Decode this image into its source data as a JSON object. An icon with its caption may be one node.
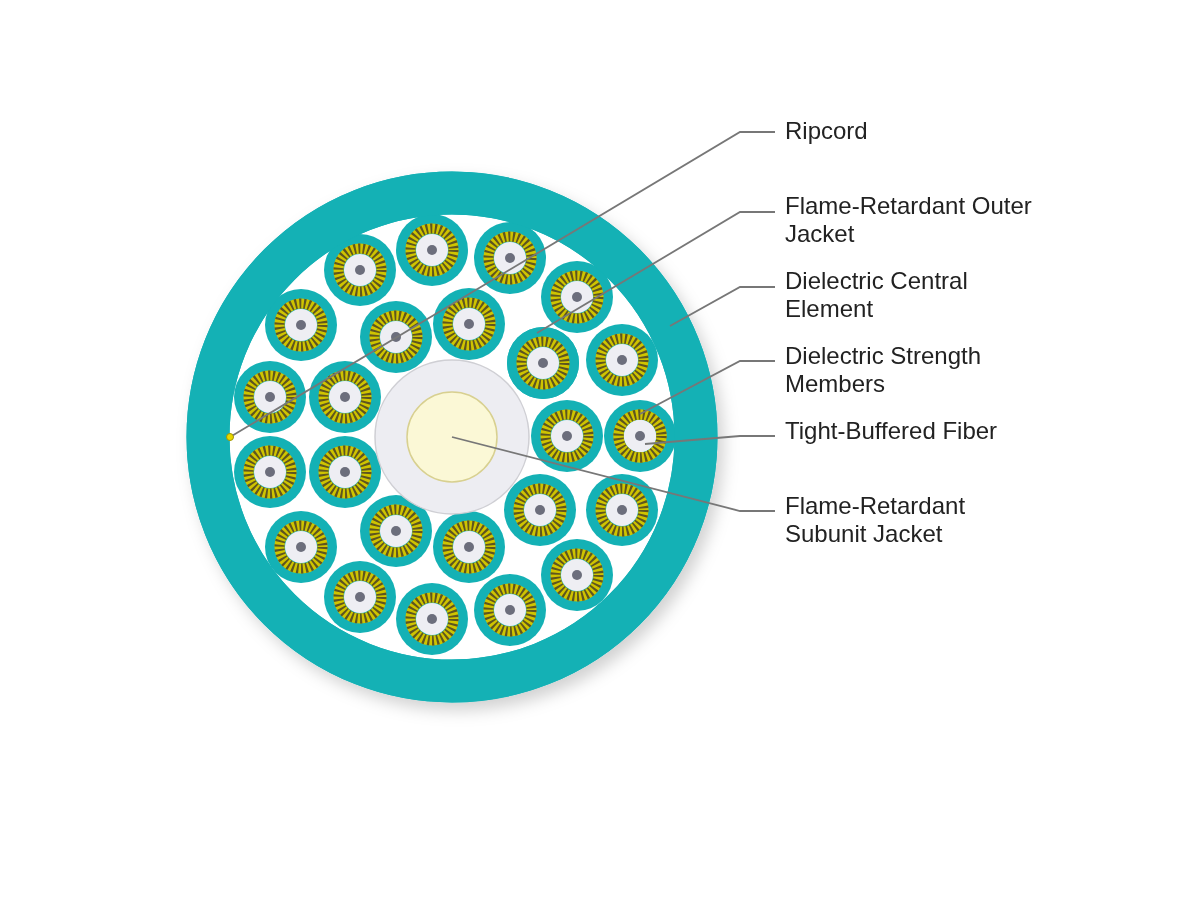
{
  "diagram": {
    "nodes": [
      {
        "text": [
          "Ripcord"
        ]
      },
      {
        "text": [
          "Flame-Retardant Outer Jacket"
        ]
      },
      {
        "text": [
          "Dielectric Central Element"
        ]
      },
      {
        "text": [
          "Dielectric Strength Members"
        ]
      },
      {
        "text": [
          "Tight-Buffered Fiber"
        ]
      },
      {
        "text": [
          "Flame-Retardant Subunit Jacket"
        ]
      },
      {
        "text": [],
        "shape": "circle",
        "in": 11
      },
      {
        "text": [],
        "shape": "circle",
        "in": 11
      },
      {
        "text": [],
        "shape": "circle",
        "in": 11
      },
      {
        "text": [],
        "shape": "circle",
        "in": 11
      },
      {
        "text": [],
        "shape": "circle",
        "in": 9
      },
      {
        "text": [],
        "shape": "circle"
      }
    ],
    "edges": [
      {
        "from": 0,
        "to": 6,
        "arrow": "none"
      },
      {
        "from": 1,
        "to": 8,
        "arrow": "none"
      },
      {
        "from": 2,
        "to": 11,
        "arrow": "none"
      },
      {
        "from": 3,
        "to": 9,
        "arrow": "none"
      },
      {
        "from": 4,
        "to": 10,
        "arrow": "none"
      },
      {
        "from": 5,
        "to": 7,
        "arrow": "none"
      }
    ]
  }
}
